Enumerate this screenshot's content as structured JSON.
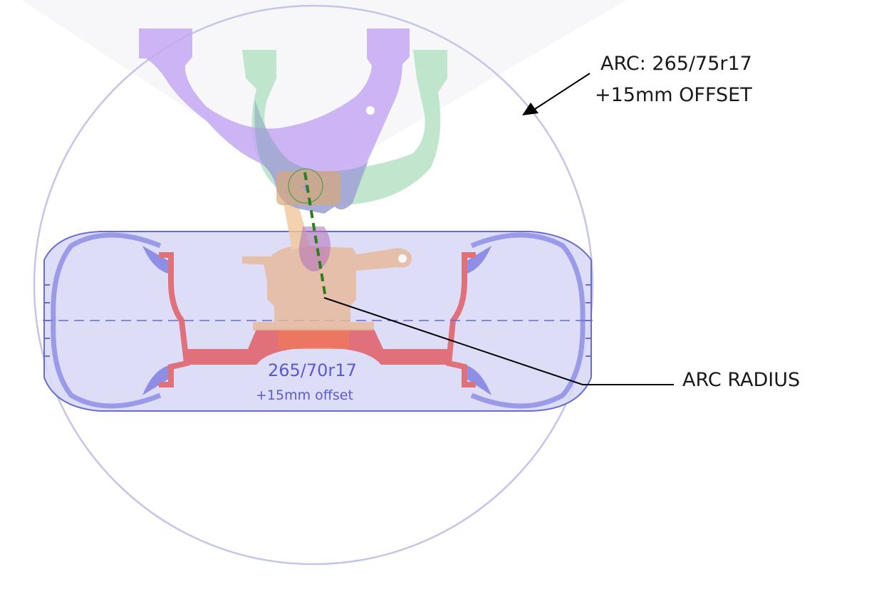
{
  "labels": {
    "arc_line1": "ARC: 265/75r17",
    "arc_line2": "+15mm OFFSET",
    "arc_radius": "ARC RADIUS",
    "tire_size": "265/70r17",
    "tire_offset": "+15mm offset"
  },
  "colors": {
    "arc_circle": "#c4c4ec",
    "tire_fill": "#d9d9f6",
    "tire_outline": "#6a6ad8",
    "sidewall": "#9a9ae8",
    "wheel": "#e0707a",
    "upper_control_arm": "#c6a8f2",
    "lower_control_arm": "#b6e2c4",
    "knuckle": "#e8b898",
    "ball_joint_axis": "#2e7d1e",
    "leader": "#000000"
  }
}
